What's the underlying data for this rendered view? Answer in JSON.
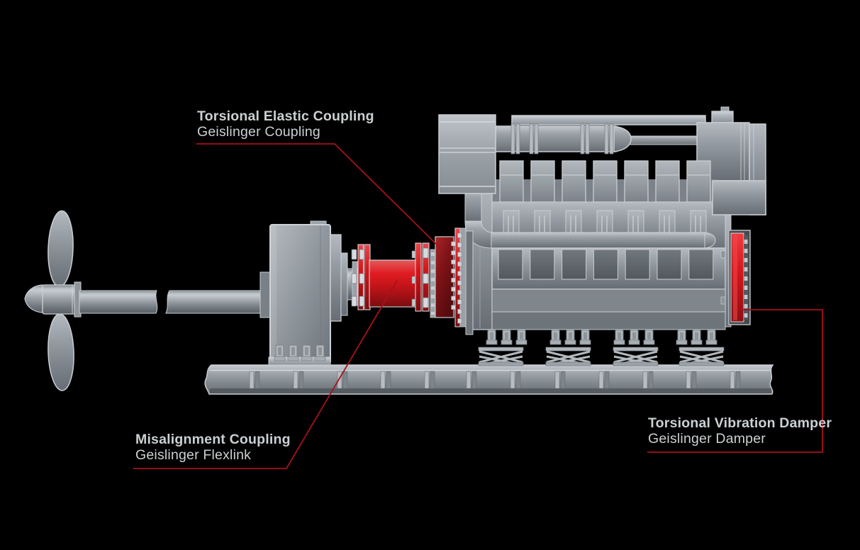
{
  "diagram": {
    "background": "#000000",
    "labels": {
      "elastic_coupling": {
        "title": "Torsional Elastic Coupling",
        "subtitle": "Geislinger Coupling"
      },
      "misalignment_coupling": {
        "title": "Misalignment Coupling",
        "subtitle": "Geislinger Flexlink"
      },
      "vibration_damper": {
        "title": "Torsional Vibration Damper",
        "subtitle": "Geislinger Damper"
      }
    },
    "colors": {
      "background": "#000000",
      "label_text": "#cbd0d3",
      "leader_line_red": "#a8111a",
      "highlight_red": "#d2161b",
      "dark_red": "#7e1317",
      "metal_gray": "#8d949a"
    },
    "components": [
      "propeller",
      "propeller-shaft",
      "gearbox",
      "misalignment-coupling-flexlink",
      "torsional-elastic-coupling",
      "engine",
      "torsional-vibration-damper",
      "base-frame",
      "spring-mounts"
    ]
  }
}
